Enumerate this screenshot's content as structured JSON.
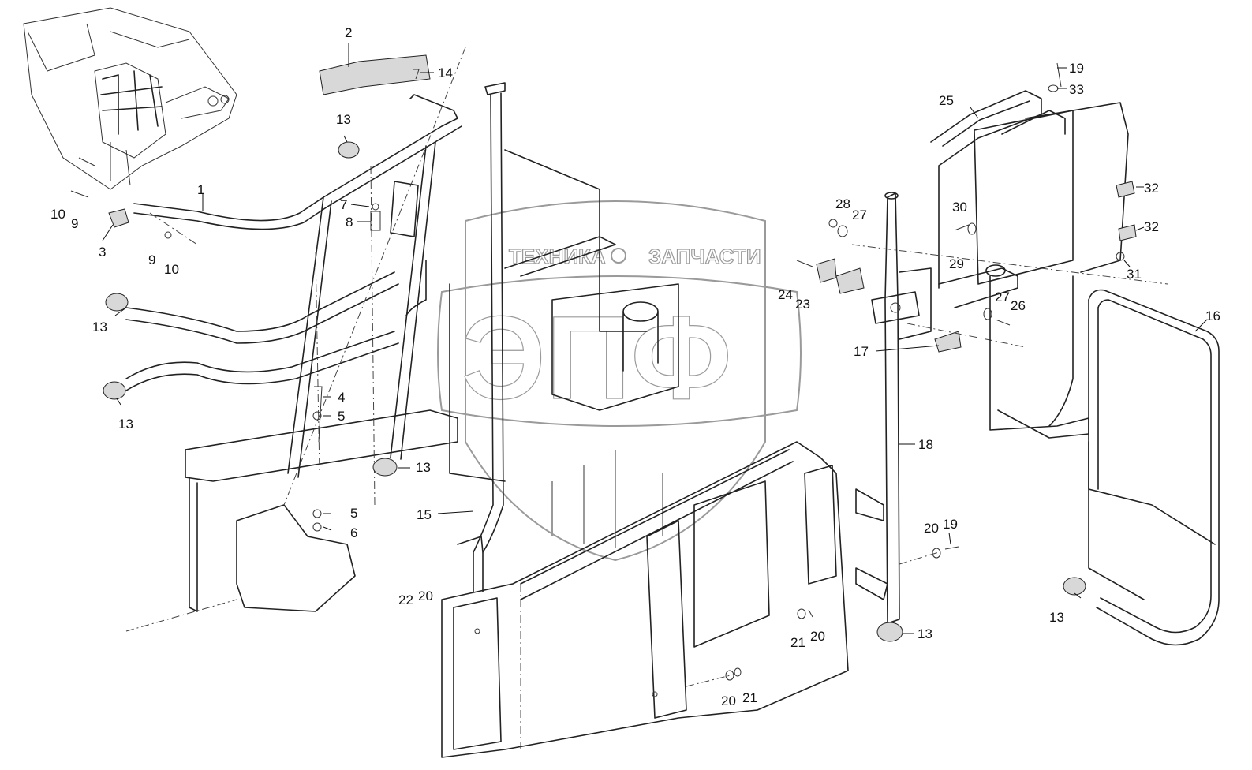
{
  "watermark": {
    "line1_left": "ТЕХНИКА",
    "line1_right": "ЗАПЧАСТИ",
    "logo": "ЭПФ"
  },
  "callouts": [
    "1",
    "2",
    "3",
    "4",
    "5",
    "5",
    "6",
    "7",
    "8",
    "9",
    "9",
    "10",
    "10",
    "13",
    "13",
    "13",
    "13",
    "13",
    "13",
    "13",
    "14",
    "15",
    "16",
    "17",
    "18",
    "19",
    "19",
    "20",
    "20",
    "20",
    "20",
    "21",
    "21",
    "22",
    "23",
    "24",
    "25",
    "26",
    "27",
    "27",
    "28",
    "29",
    "30",
    "31",
    "32",
    "32",
    "33"
  ]
}
